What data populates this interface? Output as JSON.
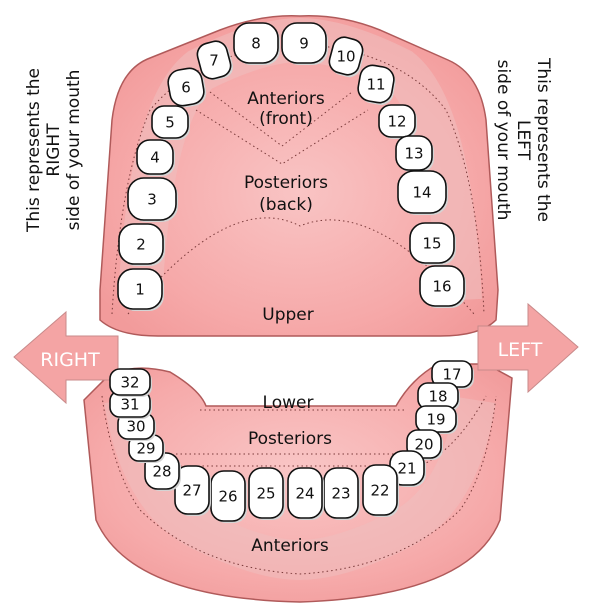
{
  "colors": {
    "gum_fill": "#f6a7a7",
    "gum_edge": "#b05a5a",
    "gum_glow": "#eebbbb",
    "tooth_fill": "#ffffff",
    "tooth_shadow": "#d4d4d4",
    "outline": "#111111",
    "arrow_fill": "#f4a4a4",
    "arrow_text": "#ffffff"
  },
  "labels": {
    "right_side_note": [
      "This represents the",
      "RIGHT",
      "side of your mouth"
    ],
    "left_side_note": [
      "This represents the",
      "LEFT",
      "side of your mouth"
    ],
    "anteriors_front": [
      "Anteriors",
      "(front)"
    ],
    "posteriors_back": [
      "Posteriors",
      "(back)"
    ],
    "upper": "Upper",
    "lower": "Lower",
    "lower_posteriors": "Posteriors",
    "lower_anteriors": "Anteriors",
    "right_arrow": "RIGHT",
    "left_arrow": "LEFT"
  },
  "upper_teeth": [
    "1",
    "2",
    "3",
    "4",
    "5",
    "6",
    "7",
    "8",
    "9",
    "10",
    "11",
    "12",
    "13",
    "14",
    "15",
    "16"
  ],
  "lower_teeth": [
    "17",
    "18",
    "19",
    "20",
    "21",
    "22",
    "23",
    "24",
    "25",
    "26",
    "27",
    "28",
    "29",
    "30",
    "31",
    "32"
  ]
}
